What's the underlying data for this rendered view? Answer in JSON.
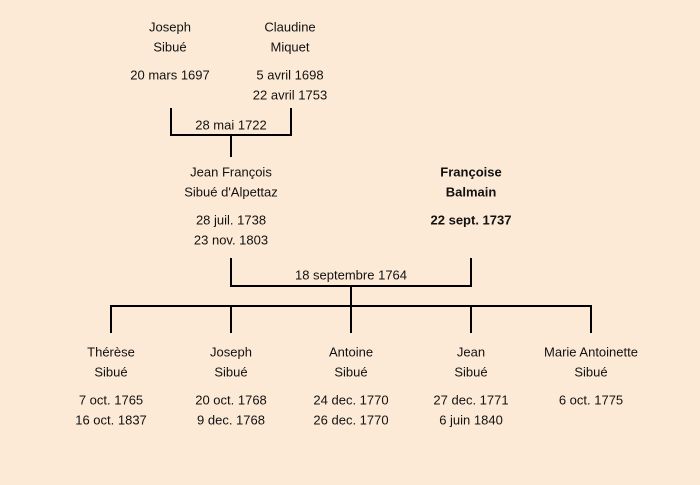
{
  "generation1": [
    {
      "first": "Joseph",
      "last": "Sibué",
      "birth": "20 mars 1697",
      "death": ""
    },
    {
      "first": "Claudine",
      "last": "Miquet",
      "birth": "5 avril 1698",
      "death": "22 avril 1753"
    }
  ],
  "marriage1": "28 mai 1722",
  "generation2": [
    {
      "first": "Jean François",
      "last": "Sibué d'Alpettaz",
      "birth": "28 juil. 1738",
      "death": "23 nov. 1803"
    },
    {
      "first": "Françoise",
      "last": "Balmain",
      "birth": "22 sept. 1737",
      "death": ""
    }
  ],
  "marriage2": "18 septembre 1764",
  "children": [
    {
      "first": "Thérèse",
      "last": "Sibué",
      "birth": "7 oct. 1765",
      "death": "16 oct. 1837"
    },
    {
      "first": "Joseph",
      "last": "Sibué",
      "birth": "20 oct. 1768",
      "death": "9 dec. 1768"
    },
    {
      "first": "Antoine",
      "last": "Sibué",
      "birth": "24 dec. 1770",
      "death": "26 dec. 1770"
    },
    {
      "first": "Jean",
      "last": "Sibué",
      "birth": "27 dec. 1771",
      "death": "6 juin 1840"
    },
    {
      "first": "Marie Antoinette",
      "last": "Sibué",
      "birth": "6 oct. 1775",
      "death": ""
    }
  ]
}
